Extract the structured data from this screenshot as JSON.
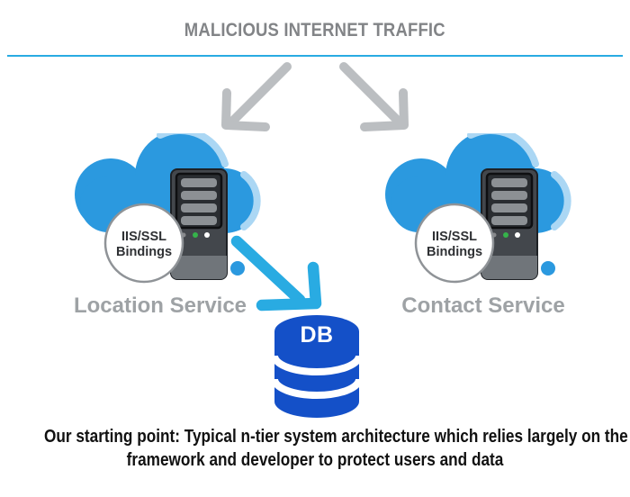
{
  "title": "MALICIOUS INTERNET TRAFFIC",
  "services": [
    {
      "name": "Location Service",
      "badge_line1": "IIS/SSL",
      "badge_line2": "Bindings"
    },
    {
      "name": "Contact Service",
      "badge_line1": "IIS/SSL",
      "badge_line2": "Bindings"
    }
  ],
  "database": {
    "label": "DB"
  },
  "caption": {
    "line1": "Our starting point: Typical n-tier system architecture which relies largely on the",
    "line2": "framework and developer to protect users and data"
  },
  "colors": {
    "cloud_blue": "#2B99DF",
    "cloud_highlight": "#ABD7F4",
    "boundary_line_blue": "#29ABE2",
    "flow_arrow_blue": "#29ABE2",
    "attack_arrow_gray": "#BBBEC1",
    "db_blue": "#1450C8",
    "title_gray": "#828487",
    "label_gray": "#9EA2A5",
    "server_dark": "#43474C",
    "caption_black": "#111111"
  },
  "icons": {
    "cloud-icon": "☁",
    "server-icon": "🖳",
    "database-icon": "🛢",
    "attack-arrow-left-icon": "↙",
    "attack-arrow-right-icon": "↘",
    "db-flow-arrow-icon": "↘"
  }
}
